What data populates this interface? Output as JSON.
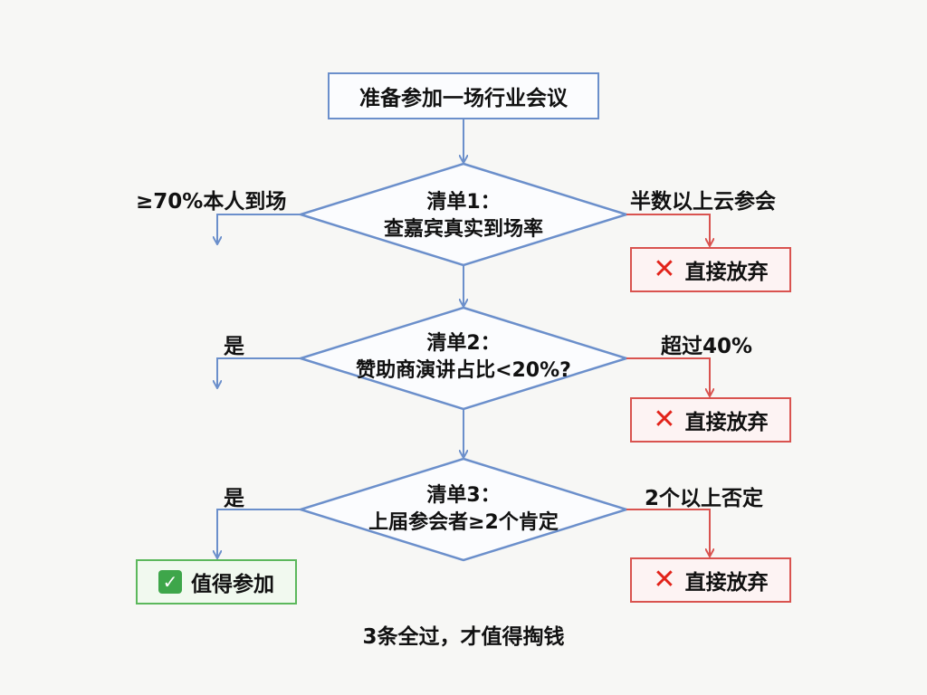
{
  "start": "准备参加一场行业会议",
  "checks": [
    {
      "title": "清单1：",
      "question": "查嘉宾真实到场率",
      "pass_label": "≥70%本人到场",
      "fail_label": "半数以上云参会"
    },
    {
      "title": "清单2：",
      "question": "赞助商演讲占比<20%?",
      "pass_label": "是",
      "fail_label": "超过40%"
    },
    {
      "title": "清单3：",
      "question": "上届参会者≥2个肯定",
      "pass_label": "是",
      "fail_label": "2个以上否定"
    }
  ],
  "reject_label": "直接放弃",
  "accept_label": "值得参加",
  "footer": "3条全过，才值得掏钱",
  "icons": {
    "reject": "cross-mark-icon",
    "accept": "check-mark-icon"
  },
  "colors": {
    "flow": "#6b8fcb",
    "reject": "#d9534f",
    "accept": "#5cb85c"
  }
}
